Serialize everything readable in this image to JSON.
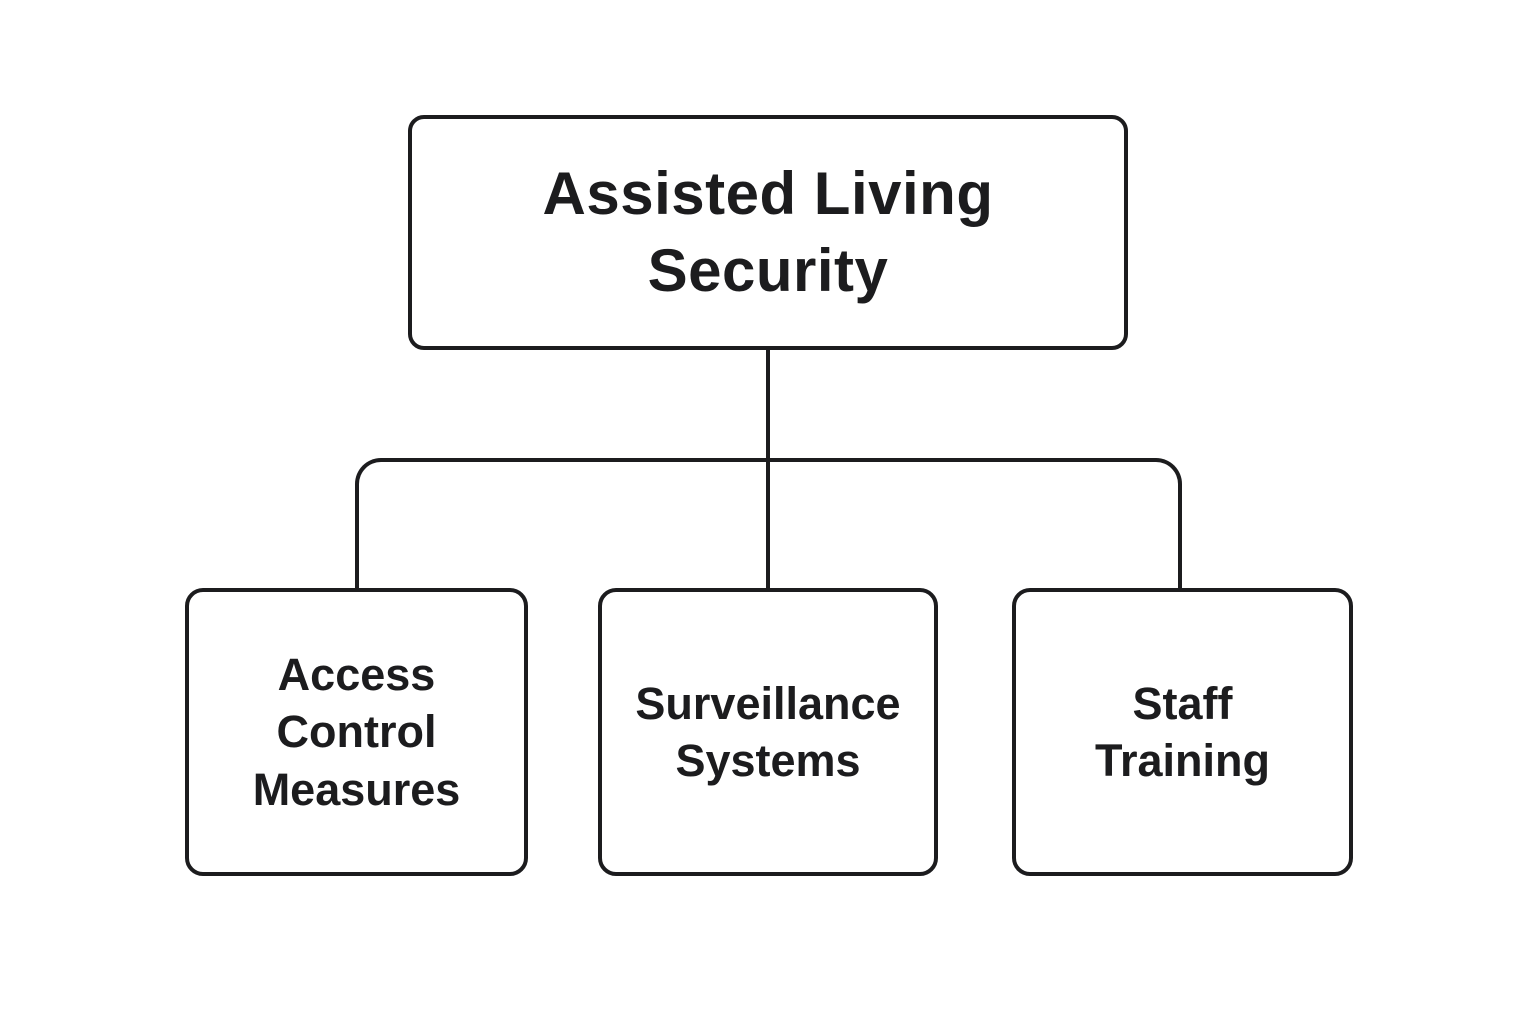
{
  "diagram": {
    "type": "hierarchy",
    "root": {
      "label": "Assisted Living\nSecurity"
    },
    "children": [
      {
        "label": "Access\nControl\nMeasures"
      },
      {
        "label": "Surveillance\nSystems"
      },
      {
        "label": "Staff\nTraining"
      }
    ],
    "colors": {
      "stroke": "#1c1c1e",
      "text": "#1c1c1e",
      "background": "#ffffff"
    }
  }
}
